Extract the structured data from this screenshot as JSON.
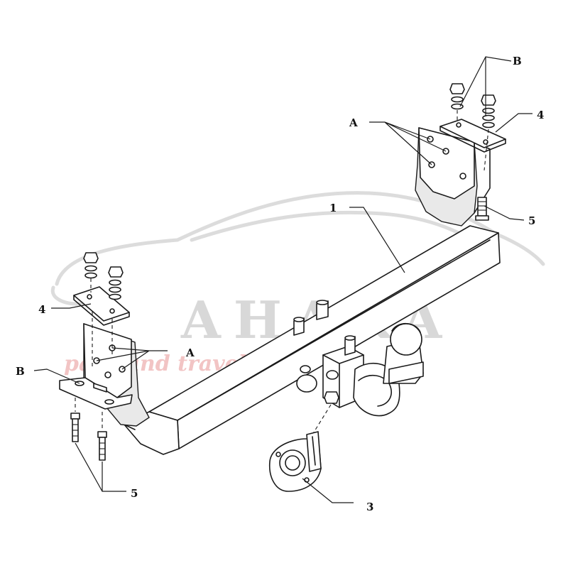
{
  "callouts": {
    "part_1": "1",
    "part_3": "3",
    "part_4_right": "4",
    "part_4_left": "4",
    "part_5_right": "5",
    "part_5_bottom": "5",
    "label_a_top": "A",
    "label_a_left": "A",
    "label_b_top": "B",
    "label_b_left": "B"
  },
  "watermark": {
    "brand": "AHAKA",
    "tagline": "park and travel"
  },
  "colors": {
    "line": "#1a1a1a",
    "watermark_gray": "#d8d8d8",
    "watermark_red": "#f2c4c4"
  }
}
